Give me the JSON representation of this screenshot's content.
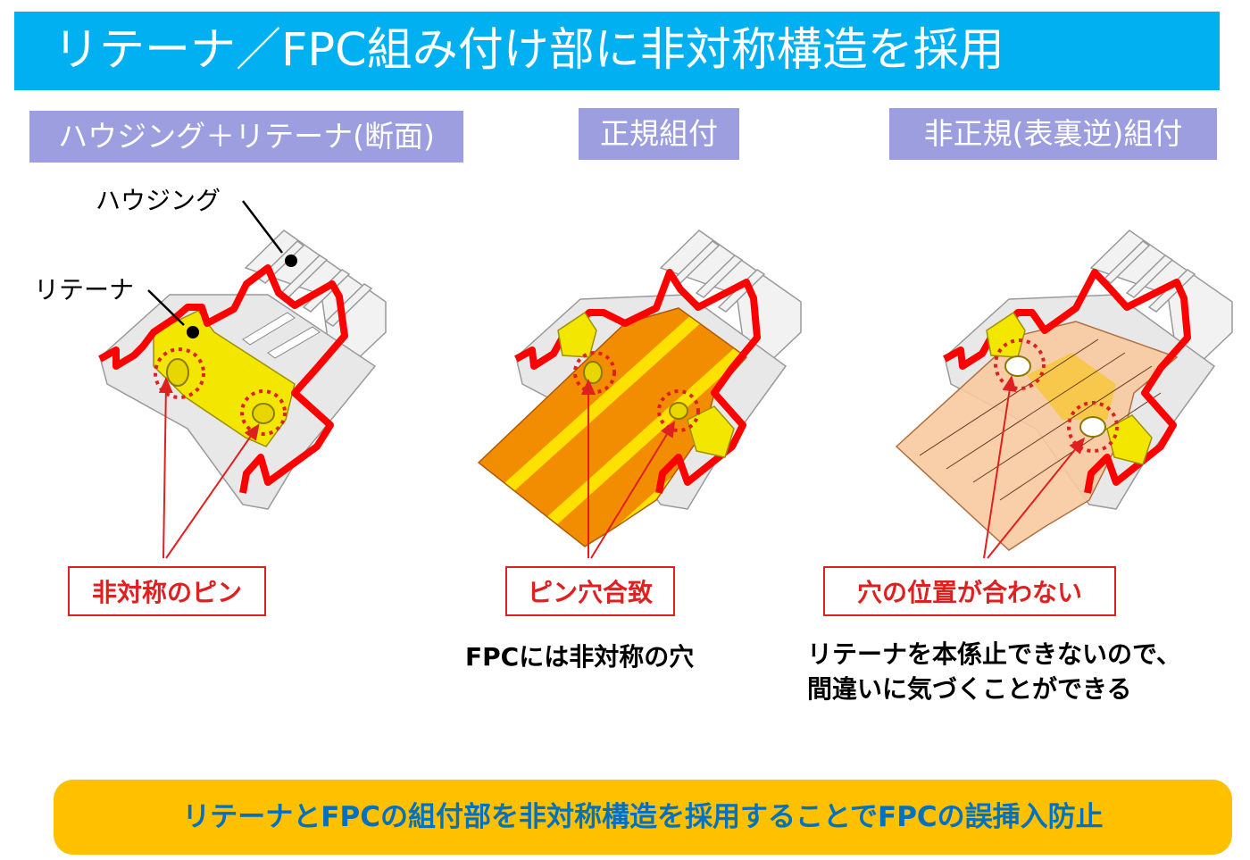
{
  "title": "リテーナ／FPC組み付け部に非対称構造を採用",
  "panels": [
    {
      "header": "ハウジング＋リテーナ(断面)",
      "callout": "非対称のピン"
    },
    {
      "header": "正規組付",
      "callout": "ピン穴合致",
      "note": "FPCには非対称の穴"
    },
    {
      "header": "非正規(表裏逆)組付",
      "callout": "穴の位置が合わない",
      "note_line1": "リテーナを本係止できないので、",
      "note_line2": "間違いに気づくことができる"
    }
  ],
  "labels": {
    "housing": "ハウジング",
    "retainer": "リテーナ"
  },
  "conclusion": "リテーナとFPCの組付部を非対称構造を採用することでFPCの誤挿入防止",
  "colors": {
    "title_bg": "#00b0f0",
    "header_bg": "#9c9ee0",
    "callout_red": "#e02020",
    "banner_bg": "#ffc000",
    "banner_text": "#0070c0",
    "retainer_yellow": "#f3e600",
    "fpc_orange": "#f28c00",
    "fpc_reversed": "#f8caa0"
  }
}
